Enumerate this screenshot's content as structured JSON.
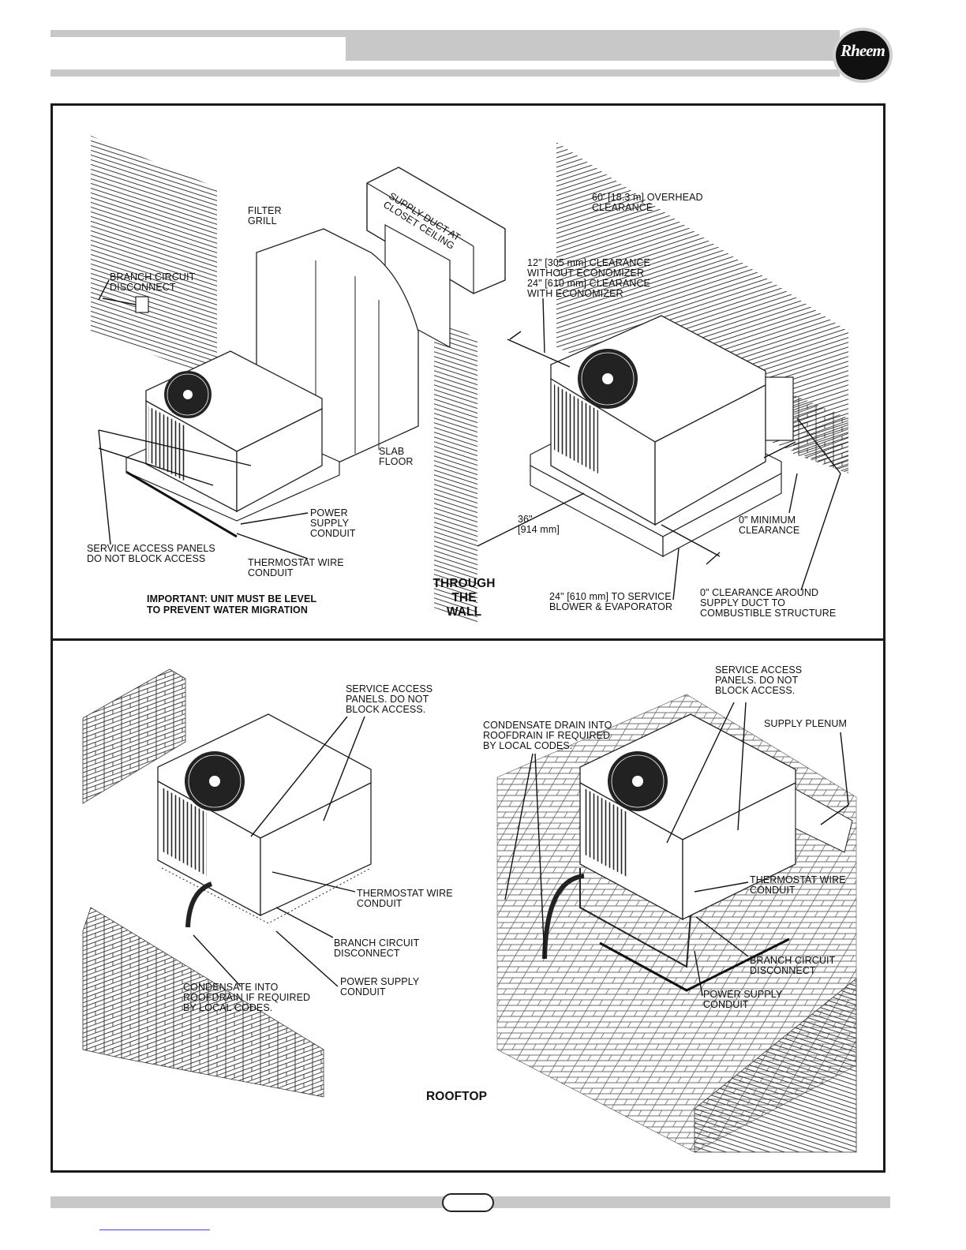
{
  "header": {
    "logo_text": "Rheem",
    "bar_color": "#c8c8c8"
  },
  "through_wall": {
    "title_lines": [
      "THROUGH",
      "THE",
      "WALL"
    ],
    "filter_grill": [
      "FILTER",
      "GRILL"
    ],
    "supply_duct": [
      "SUPPLY DUCT AT",
      "CLOSET CEILING"
    ],
    "branch_circuit": [
      "BRANCH CIRCUIT",
      "DISCONNECT"
    ],
    "slab_floor": [
      "SLAB",
      "FLOOR"
    ],
    "power_supply": [
      "POWER",
      "SUPPLY",
      "CONDUIT"
    ],
    "service_access": [
      "SERVICE ACCESS PANELS",
      "DO NOT BLOCK ACCESS"
    ],
    "thermostat": [
      "THERMOSTAT WIRE",
      "CONDUIT"
    ],
    "important": [
      "IMPORTANT: UNIT MUST BE LEVEL",
      "TO PREVENT WATER MIGRATION"
    ],
    "overhead": [
      "60' [18.3 m] OVERHEAD",
      "CLEARANCE"
    ],
    "economizer": [
      "12\" [305 mm] CLEARANCE",
      "WITHOUT ECONOMIZER",
      "24\" [610 mm] CLEARANCE",
      "WITH ECONOMIZER"
    ],
    "dim_36": [
      "36\"",
      "[914 mm]"
    ],
    "min_clearance": [
      "0\" MINIMUM",
      "CLEARANCE"
    ],
    "to_service": [
      "24\" [610 mm] TO SERVICE",
      "BLOWER & EVAPORATOR"
    ],
    "around_duct": [
      "0\" CLEARANCE AROUND",
      "SUPPLY DUCT TO",
      "COMBUSTIBLE STRUCTURE"
    ]
  },
  "rooftop": {
    "title": "ROOFTOP",
    "left_service": [
      "SERVICE ACCESS",
      "PANELS. DO NOT",
      "BLOCK ACCESS."
    ],
    "left_thermostat": [
      "THERMOSTAT WIRE",
      "CONDUIT"
    ],
    "left_branch": [
      "BRANCH CIRCUIT",
      "DISCONNECT"
    ],
    "left_power": [
      "POWER SUPPLY",
      "CONDUIT"
    ],
    "left_condensate": [
      "CONDENSATE INTO",
      "ROOFDRAIN IF REQUIRED",
      "BY LOCAL CODES."
    ],
    "right_service": [
      "SERVICE ACCESS",
      "PANELS. DO NOT",
      "BLOCK ACCESS."
    ],
    "right_condensate": [
      "CONDENSATE DRAIN INTO",
      "ROOFDRAIN IF REQUIRED",
      "BY LOCAL CODES."
    ],
    "supply_plenum": [
      "SUPPLY PLENUM"
    ],
    "right_thermostat": [
      "THERMOSTAT WIRE",
      "CONDUIT"
    ],
    "right_branch": [
      "BRANCH CIRCUIT",
      "DISCONNECT"
    ],
    "right_power": [
      "POWER SUPPLY",
      "CONDUIT"
    ]
  }
}
